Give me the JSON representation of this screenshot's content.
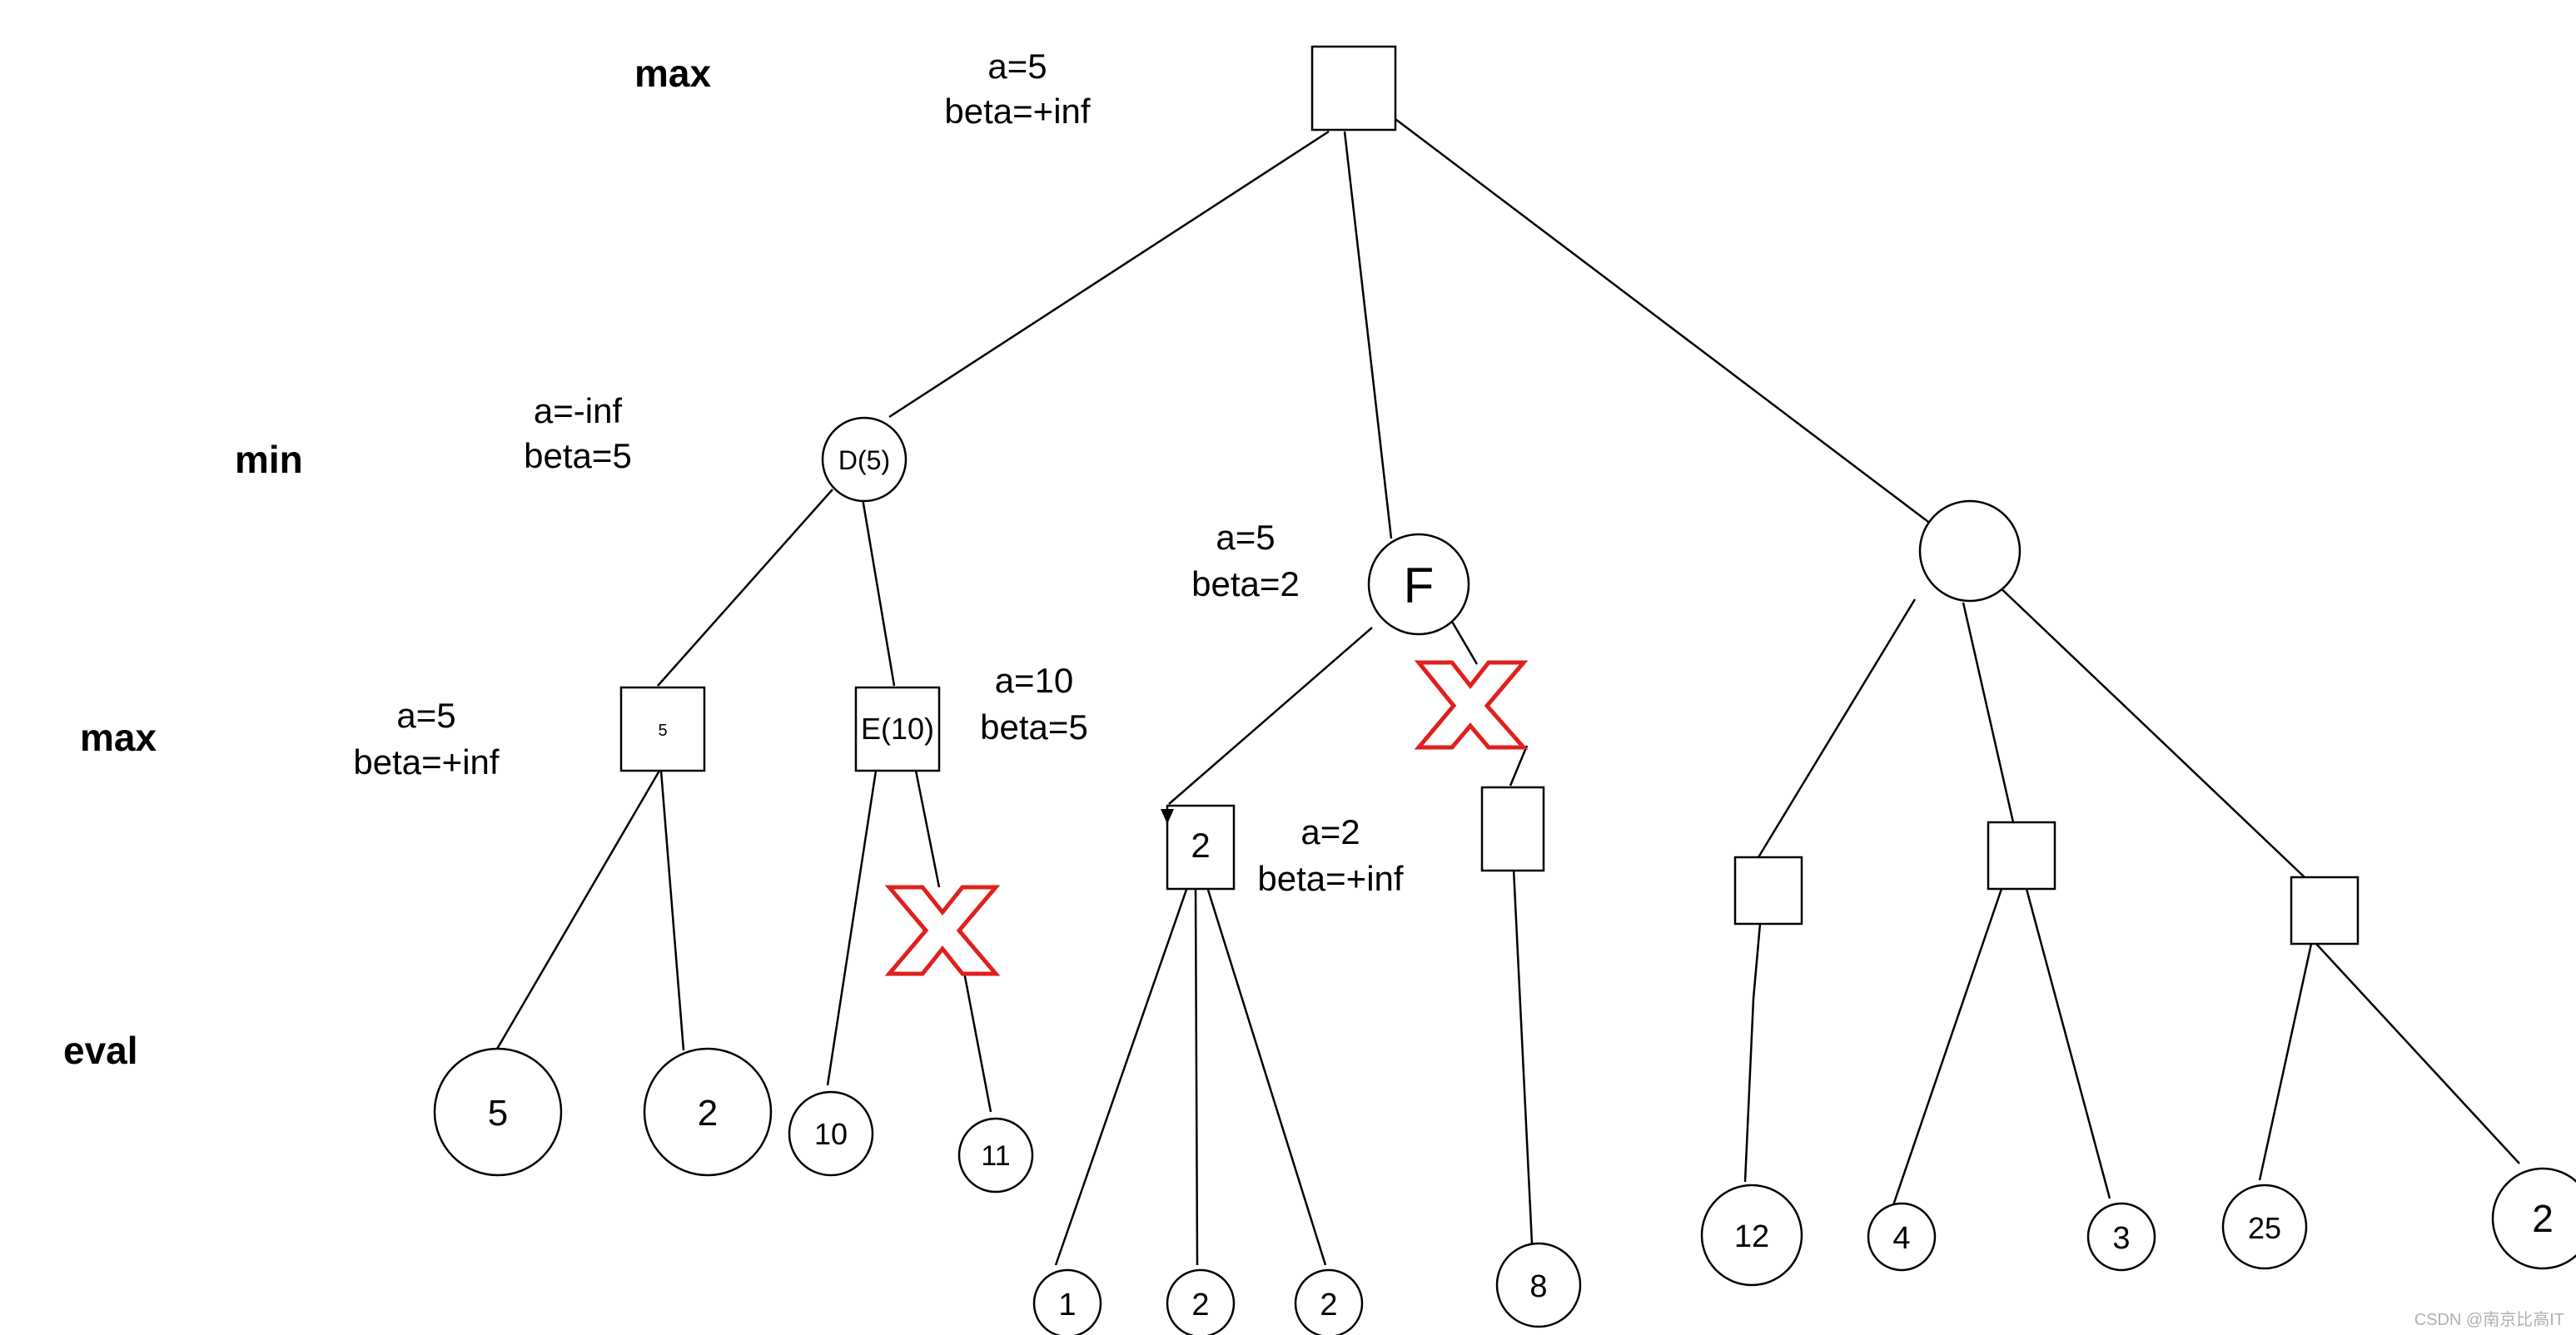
{
  "level_labels": {
    "root": "max",
    "level1": "min",
    "level2": "max",
    "leaves": "eval"
  },
  "annotations": {
    "root": [
      "a=5",
      "beta=+inf"
    ],
    "D": [
      "a=-inf",
      "beta=5"
    ],
    "left_max": [
      "a=5",
      "beta=+inf"
    ],
    "E": [
      "a=10",
      "beta=5"
    ],
    "F": [
      "a=5",
      "beta=2"
    ],
    "F_child": [
      "a=2",
      "beta=+inf"
    ]
  },
  "nodes": {
    "root": "",
    "D": "D(5)",
    "F": "F",
    "right_min": "",
    "max_5": "5",
    "E": "E(10)",
    "F_max": "2",
    "pruned_max": "",
    "r_max1": "",
    "r_max2": "",
    "r_max3": ""
  },
  "leaves": {
    "l5": "5",
    "l2a": "2",
    "l10": "10",
    "l11": "11",
    "l1": "1",
    "l2b": "2",
    "l2c": "2",
    "l8": "8",
    "l12": "12",
    "l4": "4",
    "l3": "3",
    "l25": "25",
    "l2d": "2"
  },
  "watermark": "CSDN @南京比高IT",
  "colors": {
    "prune_mark": "#e0201e",
    "line": "#000000",
    "background": "#ffffff"
  }
}
